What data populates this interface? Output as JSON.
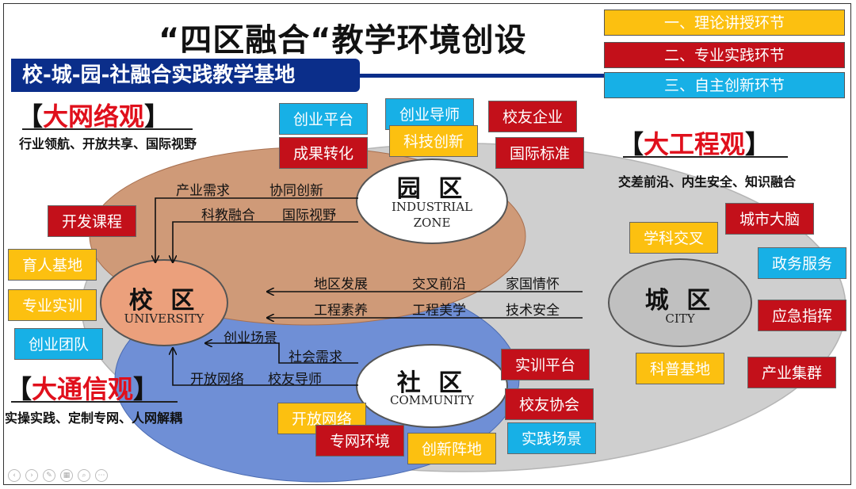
{
  "title": "“四区融合“教学环境创设",
  "subtitle": "校-城-园-社融合实践教学基地",
  "legend": [
    {
      "label": "一、理论讲授环节",
      "color": "#fcc010"
    },
    {
      "label": "二、专业实践环节",
      "color": "#c3101a"
    },
    {
      "label": "三、自主创新环节",
      "color": "#17b0e6"
    }
  ],
  "views": {
    "network": {
      "bracket_open": "【",
      "name": "大网络观",
      "bracket_close": "】",
      "desc": "行业领航、开放共享、国际视野"
    },
    "engineering": {
      "bracket_open": "【",
      "name": "大工程观",
      "bracket_close": "】",
      "desc": "交差前沿、内生安全、知识融合"
    },
    "communication": {
      "bracket_open": "【",
      "name": "大通信观",
      "bracket_close": "】",
      "desc": "实操实践、定制专网、人网解耦"
    }
  },
  "nodes": {
    "industrial": {
      "title": "园 区",
      "sub1": "INDUSTRIAL",
      "sub2": "ZONE"
    },
    "university": {
      "title": "校 区",
      "sub1": "UNIVERSITY"
    },
    "city": {
      "title": "城 区",
      "sub1": "CITY"
    },
    "community": {
      "title": "社 区",
      "sub1": "COMMUNITY"
    }
  },
  "flows": {
    "park_1": "产业需求",
    "park_2": "协同创新",
    "park_3": "科教融合",
    "park_4": "国际视野",
    "city_1": "地区发展",
    "city_2": "交叉前沿",
    "city_3": "家国情怀",
    "city_4": "工程素养",
    "city_5": "工程美学",
    "city_6": "技术安全",
    "comm_1": "创业场景",
    "comm_2": "社会需求",
    "comm_3": "开放网络",
    "comm_4": "校友导师"
  },
  "tags": {
    "park": [
      {
        "label": "创业平台",
        "type": "blue"
      },
      {
        "label": "创业导师",
        "type": "blue"
      },
      {
        "label": "校友企业",
        "type": "red"
      },
      {
        "label": "成果转化",
        "type": "red"
      },
      {
        "label": "科技创新",
        "type": "yellow"
      },
      {
        "label": "国际标准",
        "type": "red"
      }
    ],
    "school": [
      {
        "label": "开发课程",
        "type": "red"
      },
      {
        "label": "育人基地",
        "type": "yellow"
      },
      {
        "label": "专业实训",
        "type": "yellow"
      },
      {
        "label": "创业团队",
        "type": "blue"
      }
    ],
    "city": [
      {
        "label": "城市大脑",
        "type": "red"
      },
      {
        "label": "学科交叉",
        "type": "yellow"
      },
      {
        "label": "政务服务",
        "type": "blue"
      },
      {
        "label": "应急指挥",
        "type": "red"
      },
      {
        "label": "科普基地",
        "type": "yellow"
      },
      {
        "label": "产业集群",
        "type": "red"
      }
    ],
    "community": [
      {
        "label": "实训平台",
        "type": "red"
      },
      {
        "label": "校友协会",
        "type": "red"
      },
      {
        "label": "开放网络",
        "type": "yellow"
      },
      {
        "label": "专网环境",
        "type": "red"
      },
      {
        "label": "创新阵地",
        "type": "yellow"
      },
      {
        "label": "实践场景",
        "type": "blue"
      }
    ]
  },
  "colors": {
    "outer_ellipse": "#cfcfcf",
    "park_ellipse": "#cf9a78",
    "community_ellipse": "#6f8fd6",
    "university_circle": "#eba07c",
    "city_circle": "#c0c0c0",
    "navy": "#0b2e8a"
  }
}
